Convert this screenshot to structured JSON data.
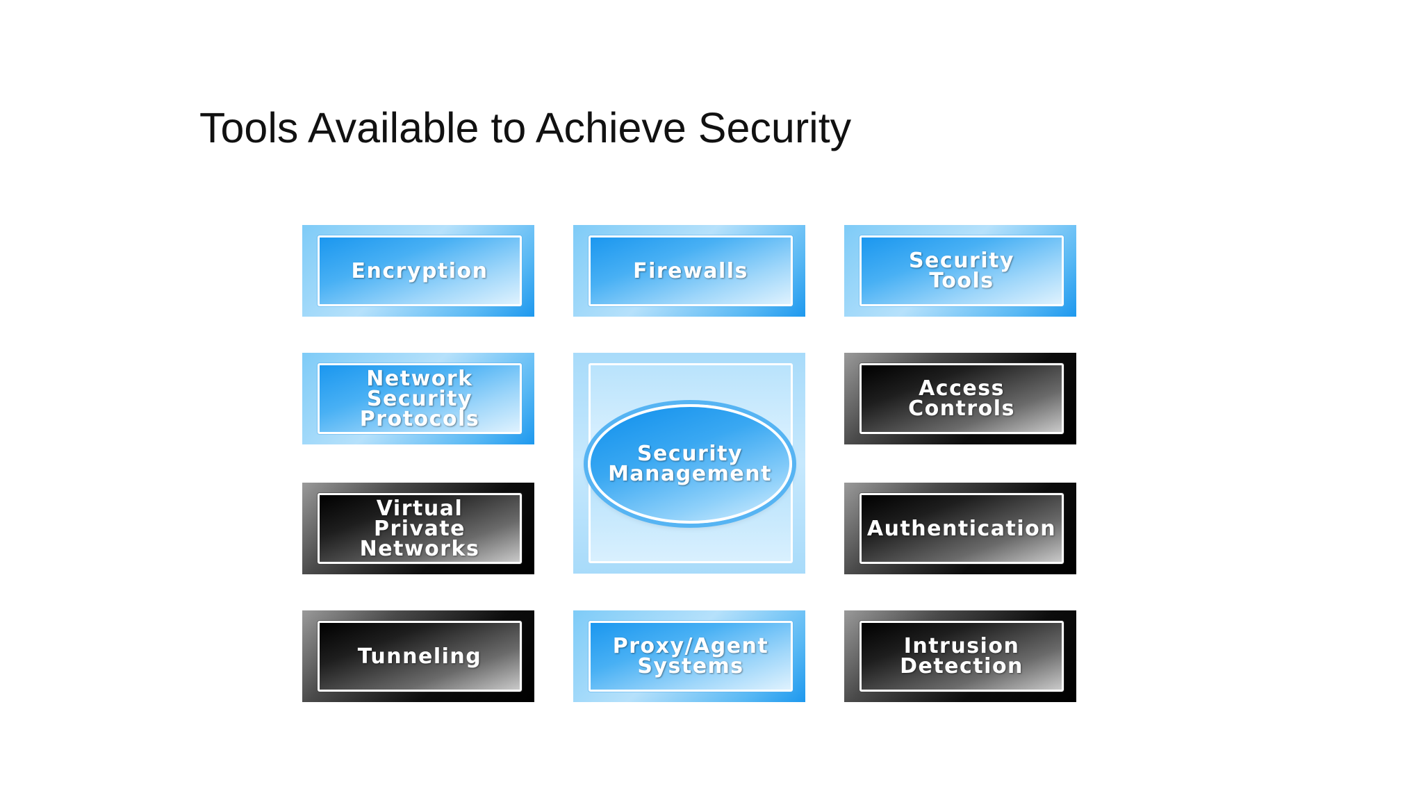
{
  "slide": {
    "title": "Tools Available to Achieve Security"
  },
  "diagram": {
    "tiles": [
      {
        "label": "Encryption",
        "style": "blue"
      },
      {
        "label": "Firewalls",
        "style": "blue"
      },
      {
        "label": "Security\nTools",
        "style": "blue"
      },
      {
        "label": "Network\nSecurity\nProtocols",
        "style": "blue"
      },
      {
        "label": "Access\nControls",
        "style": "dark"
      },
      {
        "label": "Virtual\nPrivate\nNetworks",
        "style": "dark"
      },
      {
        "label": "Authentication",
        "style": "dark"
      },
      {
        "label": "Tunneling",
        "style": "dark"
      },
      {
        "label": "Proxy/Agent\nSystems",
        "style": "blue"
      },
      {
        "label": "Intrusion\nDetection",
        "style": "dark"
      }
    ],
    "center": {
      "label": "Security\nManagement",
      "style": "blue"
    }
  },
  "colors": {
    "blue_tile": "#1d98ee",
    "dark_tile": "#000000",
    "label_text": "#ffffff",
    "title_text": "#111111"
  }
}
